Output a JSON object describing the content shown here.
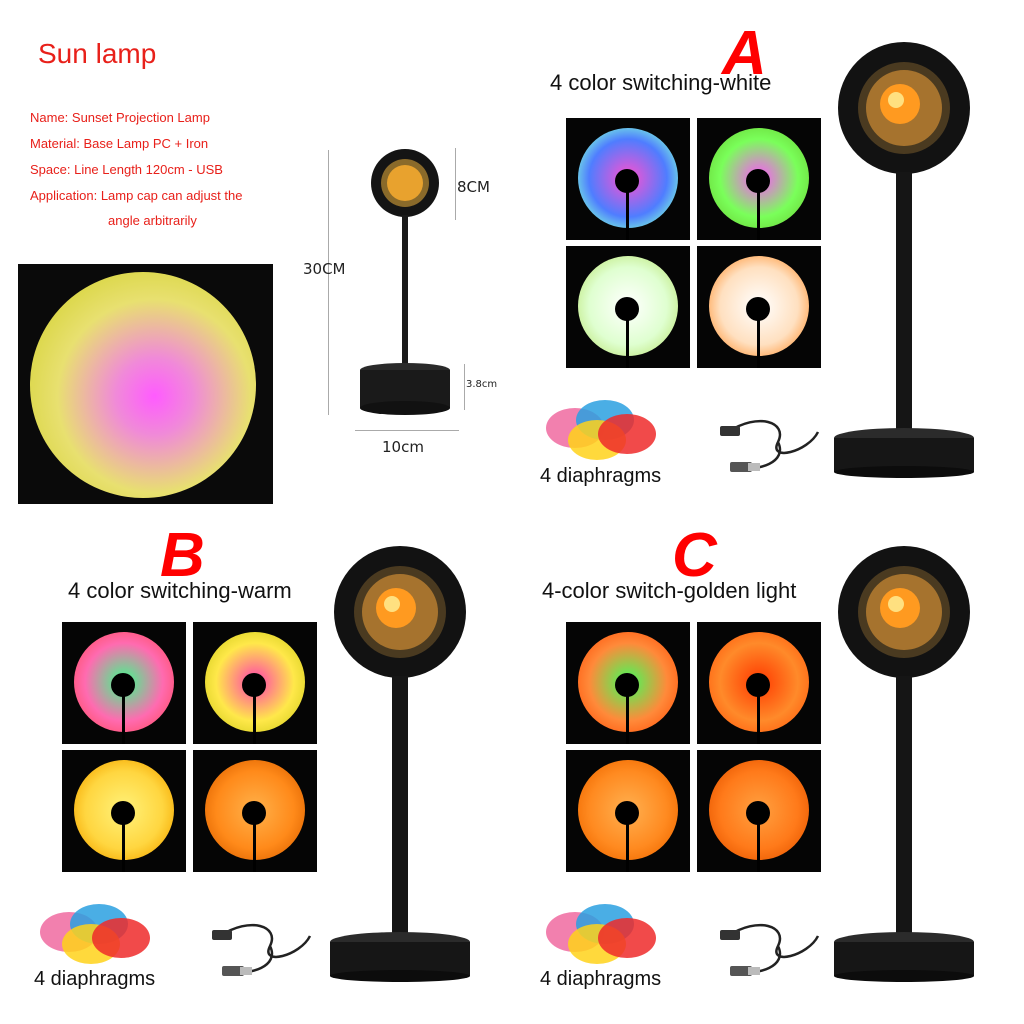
{
  "header": {
    "title": "Sun lamp",
    "specs": [
      "Name: Sunset Projection Lamp",
      "Material:  Base Lamp PC + Iron",
      "Space: Line Length 120cm - USB",
      "Application: Lamp cap can adjust the",
      "angle arbitrarily"
    ]
  },
  "dimensions": {
    "height": "30CM",
    "head": "8CM",
    "base_height": "3.8cm",
    "base_width": "10cm"
  },
  "variants": [
    {
      "letter": "A",
      "title": "4 color switching-white",
      "diaphragm_label": "4 diaphragms",
      "glows": [
        [
          "#ff4fd0",
          "#4f7dff",
          "#7fffd8"
        ],
        [
          "#ff52ff",
          "#7aff5a",
          "#6bd83a"
        ],
        [
          "#ffffff",
          "#dfffd0",
          "#bfe880"
        ],
        [
          "#ffffff",
          "#ffe0c0",
          "#ff9a40"
        ]
      ]
    },
    {
      "letter": "B",
      "title": "4 color switching-warm",
      "diaphragm_label": "4 diaphragms",
      "glows": [
        [
          "#38ff8a",
          "#ff6bb0",
          "#ff4f6a"
        ],
        [
          "#ff3faf",
          "#ffe84a",
          "#d8cf20"
        ],
        [
          "#fff27a",
          "#ffd640",
          "#f5a800"
        ],
        [
          "#ffb14a",
          "#ff8a1a",
          "#e06500"
        ]
      ]
    },
    {
      "letter": "C",
      "title": "4-color switch-golden light",
      "diaphragm_label": "4 diaphragms",
      "glows": [
        [
          "#3fff5a",
          "#ff8a3a",
          "#ff5a10"
        ],
        [
          "#ff3a00",
          "#ff8a2a",
          "#ff6010"
        ],
        [
          "#ffb050",
          "#ff8a20",
          "#f06a00"
        ],
        [
          "#ffa040",
          "#ff7a1a",
          "#e85800"
        ]
      ]
    }
  ],
  "colors": {
    "accent_red": "#e8201a",
    "letter_red": "#ff0000"
  },
  "icons": [
    "sunset-lamp-icon",
    "usb-cable-icon",
    "color-filter-discs-icon"
  ]
}
